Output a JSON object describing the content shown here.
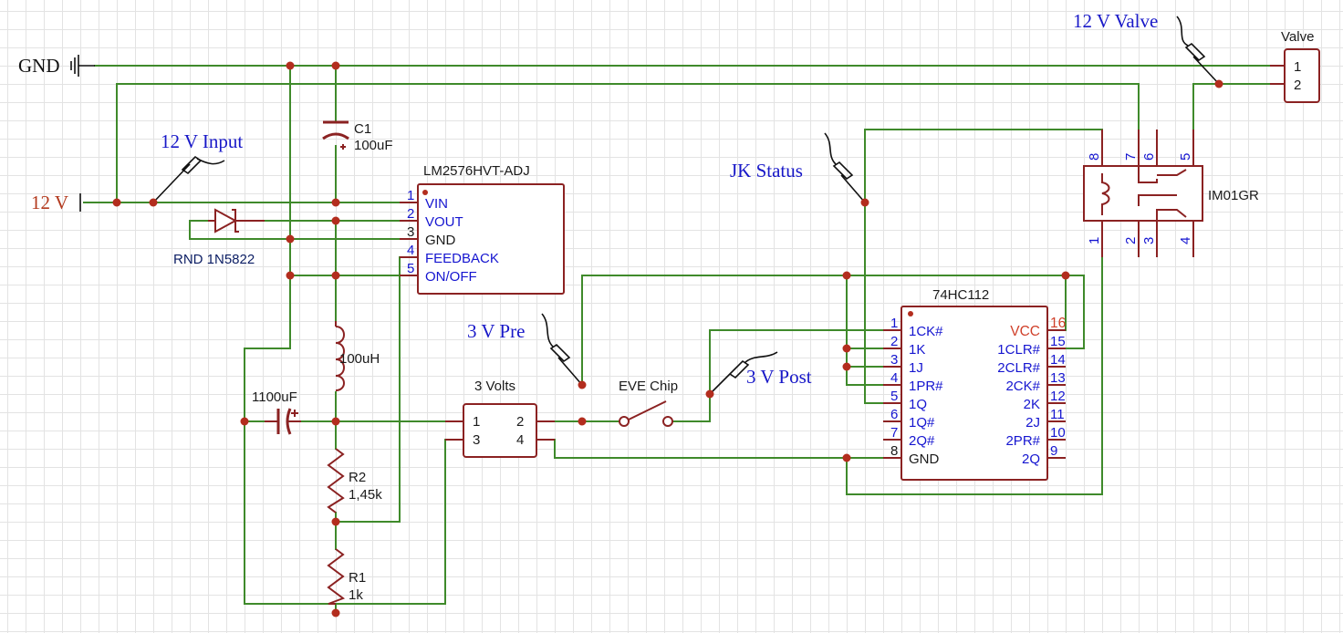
{
  "power": {
    "gnd": "GND",
    "v12": "12 V"
  },
  "net_labels": {
    "input_12v": "12 V Input",
    "valve_12v": "12 V Valve",
    "jk_status": "JK Status",
    "v3_pre": "3 V Pre",
    "v3_post": "3 V Post"
  },
  "components": {
    "c1": {
      "ref": "C1",
      "value": "100uF"
    },
    "diode": {
      "ref": "RND 1N5822"
    },
    "regulator": {
      "part": "LM2576HVT-ADJ",
      "pins": [
        {
          "num": "1",
          "name": "VIN"
        },
        {
          "num": "2",
          "name": "VOUT"
        },
        {
          "num": "3",
          "name": "GND"
        },
        {
          "num": "4",
          "name": "FEEDBACK"
        },
        {
          "num": "5",
          "name": "ON/OFF"
        }
      ]
    },
    "inductor": {
      "value": "100uH"
    },
    "c2": {
      "value": "1100uF"
    },
    "r2": {
      "ref": "R2",
      "value": "1,45k"
    },
    "r1": {
      "ref": "R1",
      "value": "1k"
    },
    "reg3v": {
      "name": "3 Volts",
      "pins": [
        "1",
        "2",
        "3",
        "4"
      ]
    },
    "switch": {
      "name": "EVE Chip"
    },
    "valve": {
      "name": "Valve",
      "pins": [
        "1",
        "2"
      ]
    },
    "relay": {
      "name": "IM01GR",
      "pins_top": [
        "8",
        "7",
        "6",
        "5"
      ],
      "pins_bottom": [
        "1",
        "2",
        "3",
        "4"
      ]
    },
    "flipflop": {
      "part": "74HC112",
      "left_pins": [
        {
          "num": "1",
          "name": "1CK#"
        },
        {
          "num": "2",
          "name": "1K"
        },
        {
          "num": "3",
          "name": "1J"
        },
        {
          "num": "4",
          "name": "1PR#"
        },
        {
          "num": "5",
          "name": "1Q"
        },
        {
          "num": "6",
          "name": "1Q#"
        },
        {
          "num": "7",
          "name": "2Q#"
        },
        {
          "num": "8",
          "name": "GND"
        }
      ],
      "right_pins": [
        {
          "num": "16",
          "name": "VCC"
        },
        {
          "num": "15",
          "name": "1CLR#"
        },
        {
          "num": "14",
          "name": "2CLR#"
        },
        {
          "num": "13",
          "name": "2CK#"
        },
        {
          "num": "12",
          "name": "2K"
        },
        {
          "num": "11",
          "name": "2J"
        },
        {
          "num": "10",
          "name": "2PR#"
        },
        {
          "num": "9",
          "name": "2Q"
        }
      ]
    }
  },
  "colors": {
    "wire": "#3f8a2b",
    "component": "#8b2222",
    "junction": "#b32d1e",
    "pin_text": "#1515d0",
    "power_text": "#d0402a",
    "grid": "#e3e3e3"
  }
}
